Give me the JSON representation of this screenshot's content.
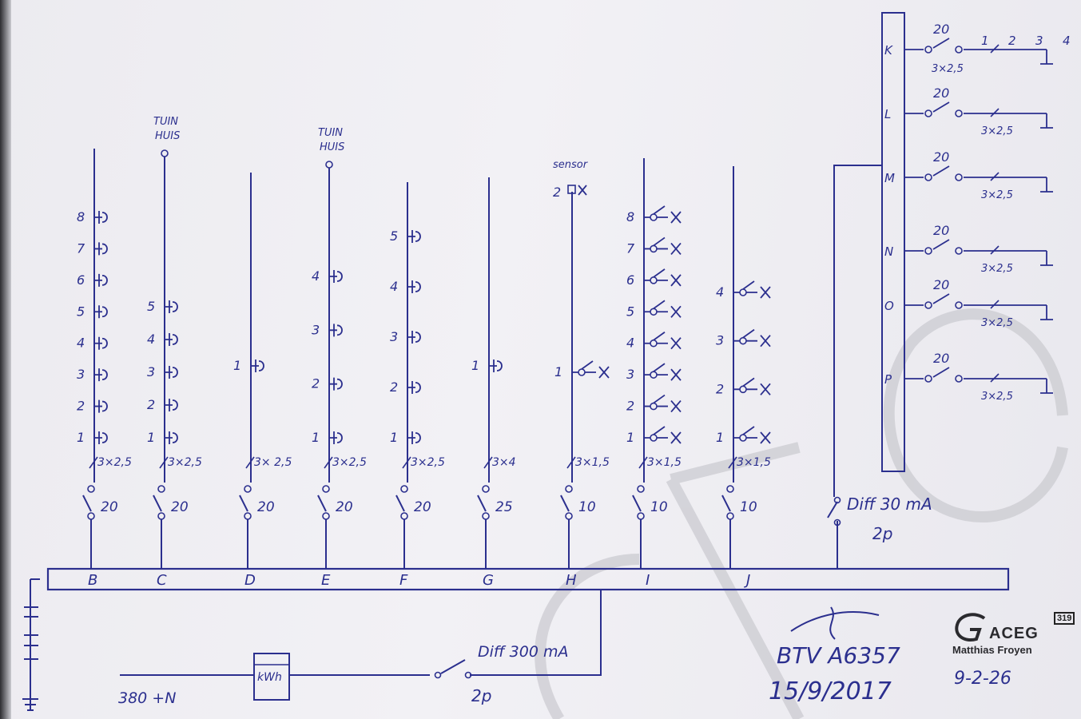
{
  "ink_color": "#2b2f8e",
  "busbar_labels": [
    "B",
    "C",
    "D",
    "E",
    "F",
    "G",
    "H",
    "I",
    "J"
  ],
  "circuits": [
    {
      "id": "B",
      "cable": "3×2,5",
      "breaker": "20",
      "top_label": "",
      "outlets": [
        "8",
        "7",
        "6",
        "5",
        "4",
        "3",
        "2",
        "1"
      ]
    },
    {
      "id": "C",
      "cable": "3×2,5",
      "breaker": "20",
      "top_label": "TUIN HUIS",
      "outlets": [
        "5",
        "4",
        "3",
        "2",
        "1"
      ]
    },
    {
      "id": "D",
      "cable": "3× 2,5",
      "breaker": "20",
      "top_label": "",
      "outlets": [
        "1"
      ]
    },
    {
      "id": "E",
      "cable": "3×2,5",
      "breaker": "20",
      "top_label": "TUIN HUIS",
      "outlets": [
        "4",
        "3",
        "2",
        "1"
      ]
    },
    {
      "id": "F",
      "cable": "3×2,5",
      "breaker": "20",
      "top_label": "",
      "outlets": [
        "5",
        "4",
        "3",
        "2",
        "1"
      ]
    },
    {
      "id": "G",
      "cable": "3×4",
      "breaker": "25",
      "top_label": "",
      "outlets": [
        "1"
      ]
    },
    {
      "id": "H",
      "cable": "3×1,5",
      "breaker": "10",
      "top_label": "sensor",
      "top_item": "2",
      "outlets": [
        "1"
      ]
    },
    {
      "id": "I",
      "cable": "3×1,5",
      "breaker": "10",
      "top_label": "",
      "outlets": [
        "8",
        "7",
        "6",
        "5",
        "4",
        "3",
        "2",
        "1"
      ]
    },
    {
      "id": "J",
      "cable": "3×1,5",
      "breaker": "10",
      "top_label": "",
      "outlets": [
        "4",
        "3",
        "2",
        "1"
      ]
    }
  ],
  "sub_board": {
    "feed_diff": "Diff 30 mA",
    "feed_poles": "2p",
    "rows": [
      {
        "id": "K",
        "breaker": "20",
        "cable": "3×2,5",
        "points": [
          "1",
          "2",
          "3",
          "4"
        ]
      },
      {
        "id": "L",
        "breaker": "20",
        "cable": "3×2,5"
      },
      {
        "id": "M",
        "breaker": "20",
        "cable": "3×2,5"
      },
      {
        "id": "N",
        "breaker": "20",
        "cable": "3×2,5"
      },
      {
        "id": "O",
        "breaker": "20",
        "cable": "3×2,5"
      },
      {
        "id": "P",
        "breaker": "20",
        "cable": "3×2,5"
      }
    ]
  },
  "main_feed": {
    "supply": "380 +N",
    "meter": "kWh",
    "main_diff": "Diff 300 mA",
    "main_poles": "2p"
  },
  "signature": {
    "code": "BTV A6357",
    "date": "15/9/2017"
  },
  "stamp": {
    "brand": "ACEG",
    "number": "319",
    "inspector": "Matthias Froyen",
    "date": "9-2-26"
  }
}
